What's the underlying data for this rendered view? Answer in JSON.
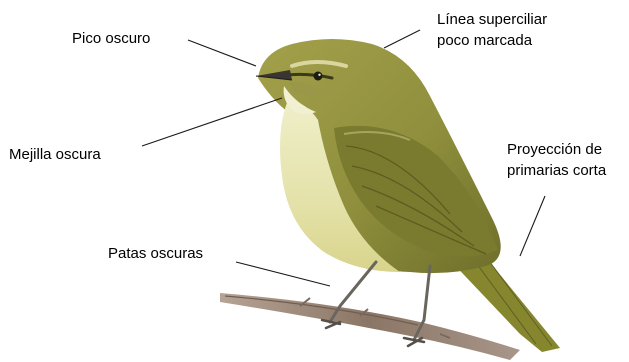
{
  "labels": {
    "pico": "Pico oscuro",
    "linea_1": "Línea superciliar",
    "linea_2": "poco marcada",
    "mejilla": "Mejilla oscura",
    "proyeccion_1": "Proyección de",
    "proyeccion_2": "primarias corta",
    "patas": "Patas oscuras"
  },
  "colors": {
    "plumage_back": "#8f8f3d",
    "plumage_dark": "#6f6f2b",
    "breast": "#e7e6b8",
    "belly": "#f4f1d6",
    "leg": "#6a655d",
    "branch": "#8b7666",
    "leader": "#1a1a1a"
  }
}
